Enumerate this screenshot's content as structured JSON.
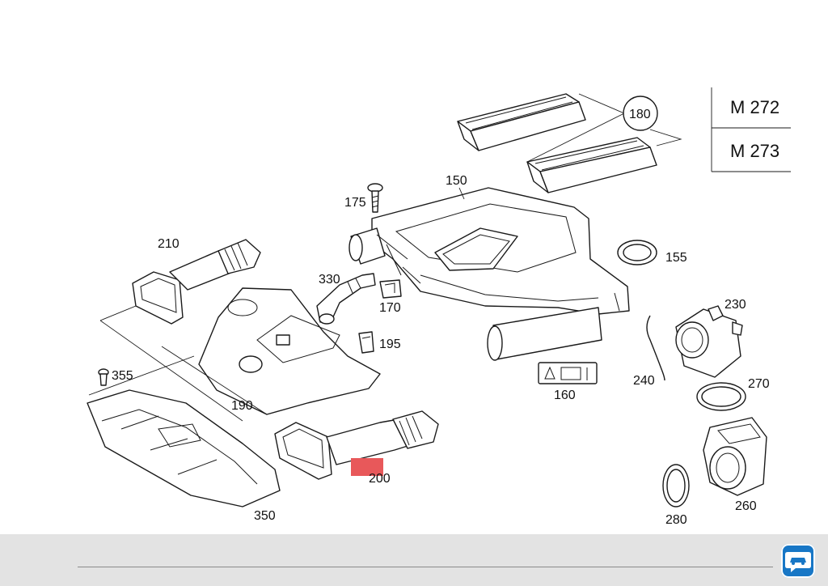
{
  "engine_variants": [
    "M 272",
    "M 273"
  ],
  "callouts": {
    "p150": "150",
    "p155": "155",
    "p160": "160",
    "p170": "170",
    "p175": "175",
    "p180": "180",
    "p190": "190",
    "p195": "195",
    "p200": "200",
    "p210": "210",
    "p230": "230",
    "p240": "240",
    "p260": "260",
    "p270": "270",
    "p280": "280",
    "p330": "330",
    "p350": "350",
    "p355": "355"
  },
  "highlight": {
    "part": "200",
    "color": "#e8585a"
  },
  "footer": {
    "band_color": "#e3e3e3",
    "logo_icon": "car-chat-icon",
    "logo_color": "#1877c6"
  }
}
